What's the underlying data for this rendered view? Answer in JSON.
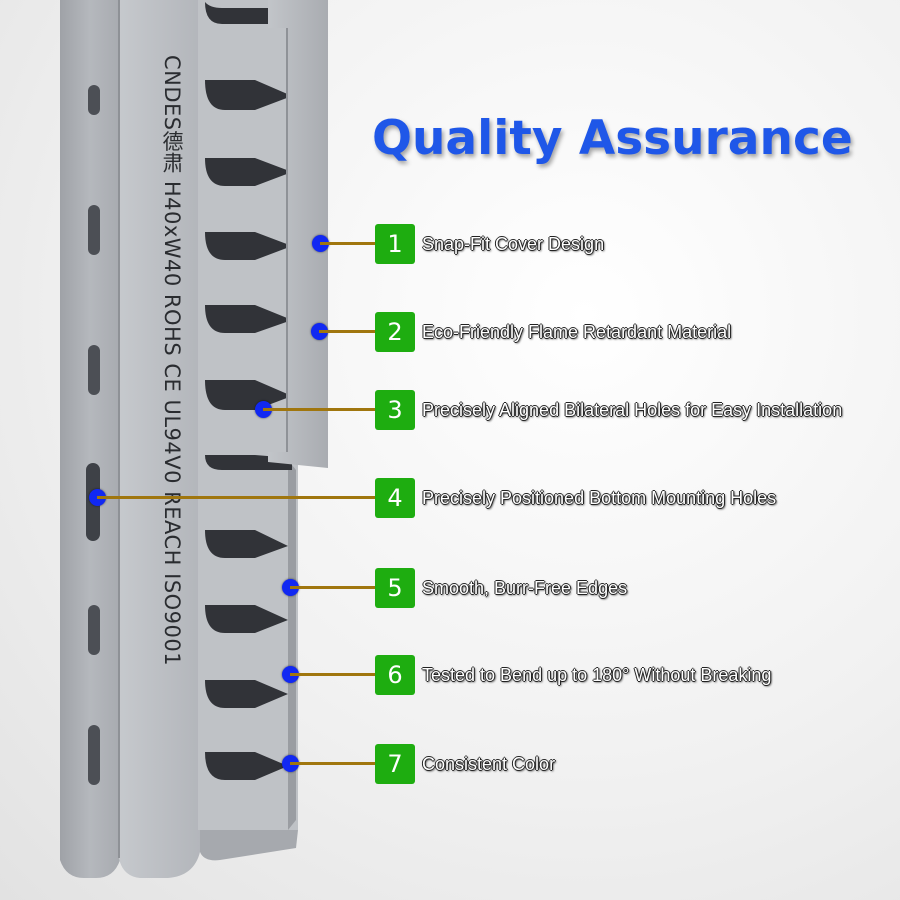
{
  "title": "Quality Assurance",
  "product_marking": "CNDES德肃 H40xW40 ROHS CE UL94V0 REACH  ISO9001",
  "colors": {
    "title": "#1f57e8",
    "number_badge": "#1ead10",
    "pointer_dot": "#1128f2",
    "leader_line": "#a0760e",
    "duct_body": "#b9bcc1"
  },
  "features": [
    {
      "number": "1",
      "label": "Snap-Fit Cover Design"
    },
    {
      "number": "2",
      "label": "Eco-Friendly Flame Retardant Material"
    },
    {
      "number": "3",
      "label": "Precisely Aligned Bilateral Holes for Easy Installation"
    },
    {
      "number": "4",
      "label": "Precisely Positioned Bottom Mounting Holes"
    },
    {
      "number": "5",
      "label": "Smooth, Burr-Free Edges"
    },
    {
      "number": "6",
      "label": "Tested to Bend up to 180° Without Breaking"
    },
    {
      "number": "7",
      "label": "Consistent Color"
    }
  ]
}
